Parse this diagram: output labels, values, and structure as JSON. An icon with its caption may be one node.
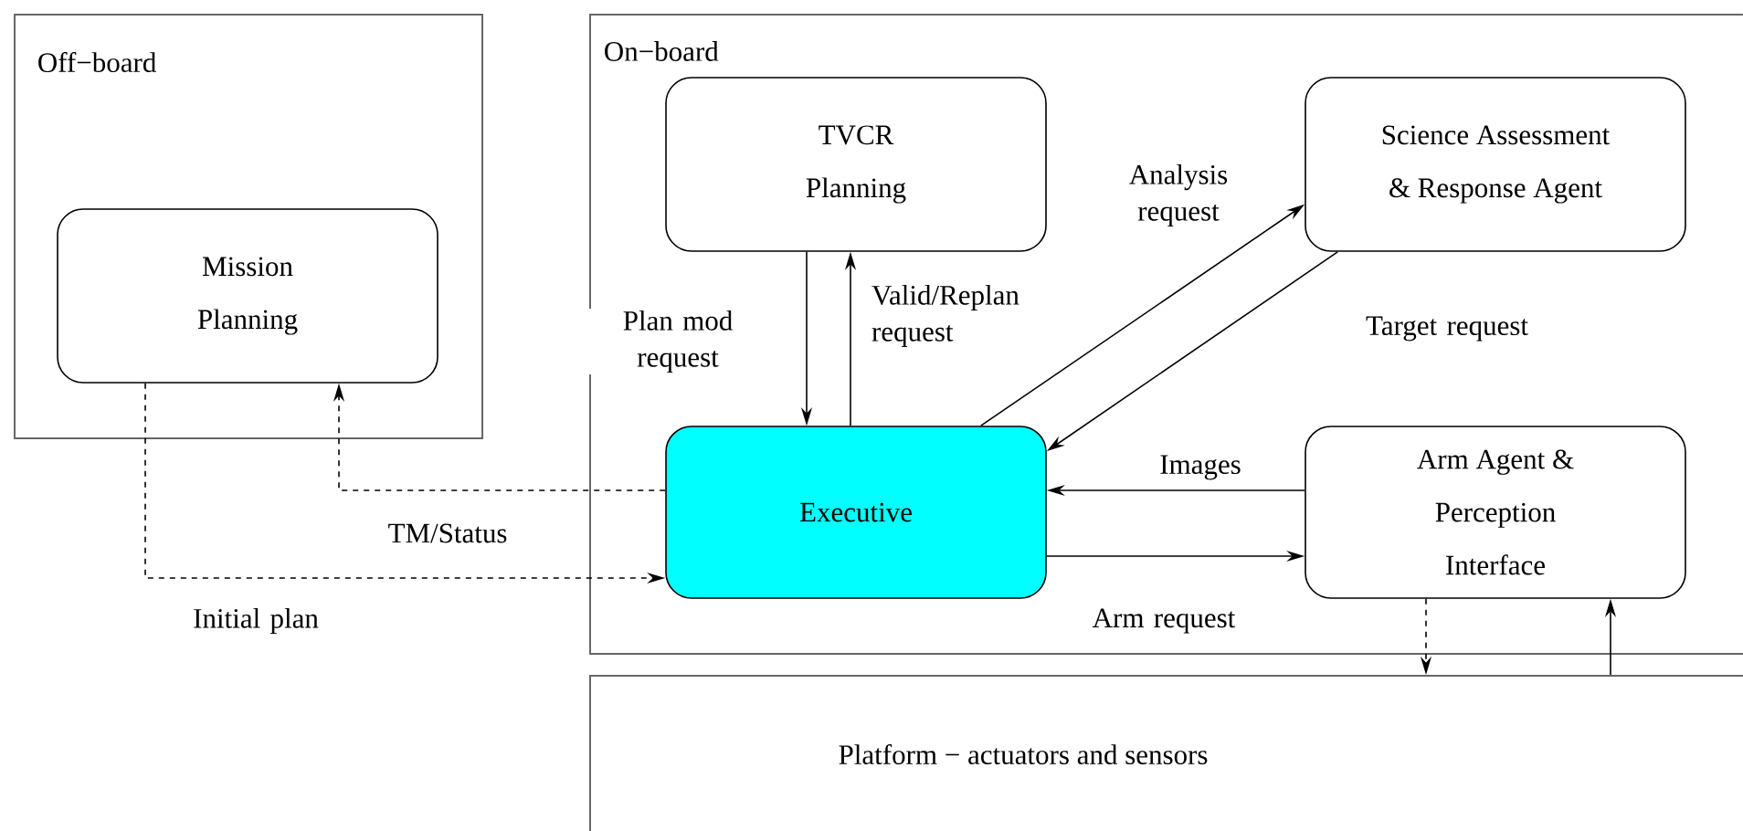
{
  "diagram": {
    "nodes": [
      {
        "text": [
          "Off−board"
        ]
      },
      {
        "text": [
          "Mission Planning"
        ],
        "in": 0
      },
      {
        "text": [
          "On−board"
        ]
      },
      {
        "text": [
          "TVCR Planning"
        ],
        "in": 2
      },
      {
        "text": [
          "Science Assessment & Response Agent"
        ],
        "in": 2
      },
      {
        "text": [
          "Executive"
        ],
        "in": 2
      },
      {
        "text": [
          "Arm Agent & Perception Interface"
        ],
        "in": 2
      },
      {
        "text": [
          "Platform − actuators and sensors"
        ]
      }
    ],
    "edges": [
      {
        "from": 3,
        "to": 5,
        "arrow": "to",
        "label": "Plan mod request"
      },
      {
        "from": 5,
        "to": 3,
        "arrow": "to",
        "label": "Valid/Replan request"
      },
      {
        "from": 5,
        "to": 4,
        "arrow": "to",
        "label": "Analysis request"
      },
      {
        "from": 4,
        "to": 5,
        "arrow": "to",
        "label": "Target request"
      },
      {
        "from": 6,
        "to": 5,
        "arrow": "to",
        "label": "Images"
      },
      {
        "from": 5,
        "to": 6,
        "arrow": "to",
        "label": "Arm request"
      },
      {
        "from": 1,
        "to": 5,
        "arrow": "to",
        "label": "Initial plan",
        "style": "dashed"
      },
      {
        "from": 5,
        "to": 1,
        "arrow": "to",
        "label": "TM/Status",
        "style": "dashed"
      },
      {
        "from": 6,
        "to": 7,
        "arrow": "to",
        "style": "dashed"
      },
      {
        "from": 7,
        "to": 6,
        "arrow": "to"
      }
    ]
  }
}
